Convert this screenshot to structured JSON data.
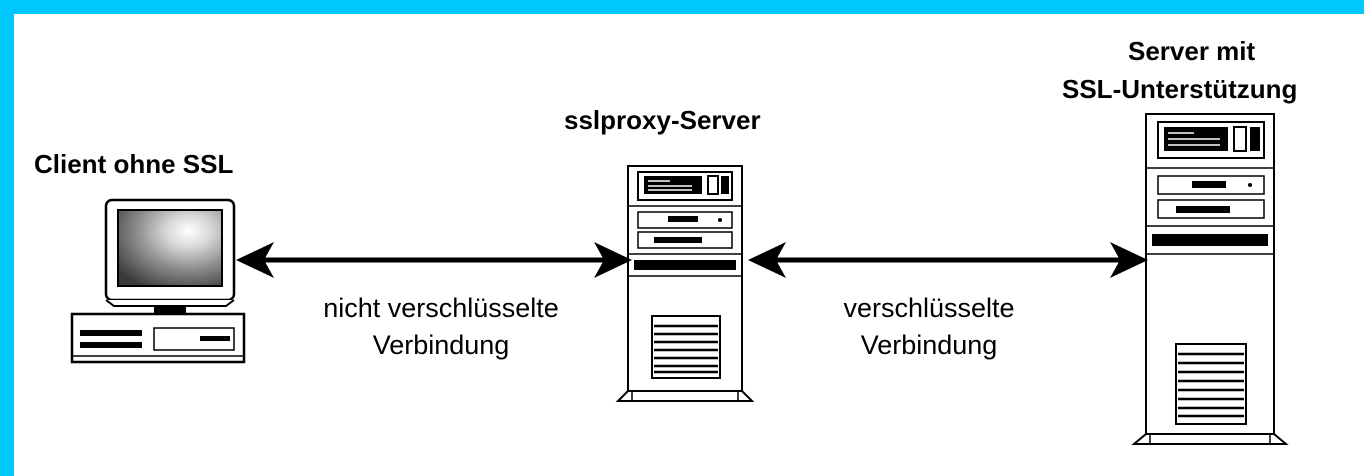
{
  "frame_color": "#00c8ff",
  "nodes": {
    "client": {
      "label": "Client ohne SSL",
      "icon": "desktop-computer-icon"
    },
    "proxy": {
      "label": "sslproxy-Server",
      "icon": "tower-server-icon"
    },
    "server": {
      "label_line1": "Server mit",
      "label_line2": "SSL-Unterstützung",
      "icon": "tower-server-icon"
    }
  },
  "edges": {
    "client_proxy": {
      "line1": "nicht verschlüsselte",
      "line2": "Verbindung"
    },
    "proxy_server": {
      "line1": "verschlüsselte",
      "line2": "Verbindung"
    }
  }
}
